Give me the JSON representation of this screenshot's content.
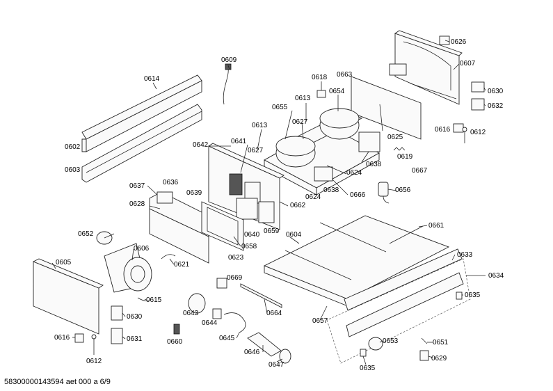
{
  "footer": {
    "text": "58300000143594 aet 000 a 6/9"
  },
  "labels": {
    "l0626": "0626",
    "l0607": "0607",
    "l0609": "0609",
    "l0614": "0614",
    "l0618": "0618",
    "l0663": "0663",
    "l0613a": "0613",
    "l0654": "0654",
    "l0630a": "0630",
    "l0632": "0632",
    "l0655": "0655",
    "l0627a": "0627",
    "l0616a": "0616",
    "l0612a": "0612",
    "l0613b": "0613",
    "l0625": "0625",
    "l0602": "0602",
    "l0642": "0642",
    "l0641": "0641",
    "l0627b": "0627",
    "l0619": "0619",
    "l0638a": "0638",
    "l0667": "0667",
    "l0624a": "0624",
    "l0603": "0603",
    "l0637": "0637",
    "l0636": "0636",
    "l0639": "0639",
    "l0638b": "0638",
    "l0666": "0666",
    "l0656": "0656",
    "l0624b": "0624",
    "l0628": "0628",
    "l0662": "0662",
    "l0640": "0640",
    "l0659": "0659",
    "l0604": "0604",
    "l0661": "0661",
    "l0652": "0652",
    "l0606": "0606",
    "l0658": "0658",
    "l0623": "0623",
    "l0633": "0633",
    "l0605": "0605",
    "l0621": "0621",
    "l0669": "0669",
    "l0634": "0634",
    "l0615": "0615",
    "l0635a": "0635",
    "l0643": "0643",
    "l0664": "0664",
    "l0630b": "0630",
    "l0644": "0644",
    "l0657": "0657",
    "l0631": "0631",
    "l0645": "0645",
    "l0616b": "0616",
    "l0660": "0660",
    "l0653": "0653",
    "l0651": "0651",
    "l0646": "0646",
    "l0612b": "0612",
    "l0629": "0629",
    "l0647": "0647",
    "l0635b": "0635"
  }
}
